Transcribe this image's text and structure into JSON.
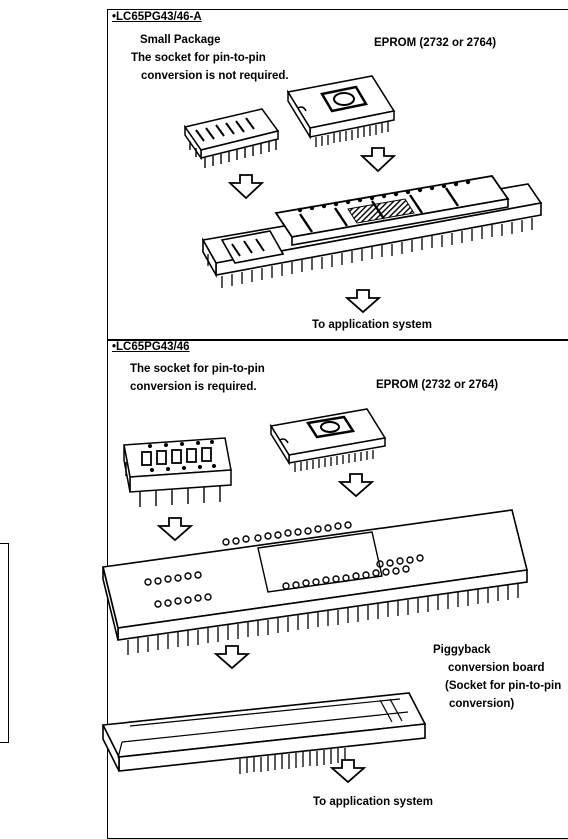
{
  "top_panel": {
    "title": "•LC65PG43/46-A",
    "line1": "Small Package",
    "line2": "The socket for pin-to-pin",
    "line3": "conversion is not required.",
    "eprom_label": "EPROM (2732 or 2764)",
    "output_label": "To application system"
  },
  "bottom_panel": {
    "title": "•LC65PG43/46",
    "line1": "The socket for pin-to-pin",
    "line2": "conversion is required.",
    "eprom_label": "EPROM (2732 or 2764)",
    "piggy_line1": "Piggyback",
    "piggy_line2": "conversion board",
    "piggy_line3": "(Socket for pin-to-pin",
    "piggy_line4": "conversion)",
    "output_label": "To application system"
  },
  "colors": {
    "ink": "#000000",
    "paper": "#ffffff"
  }
}
